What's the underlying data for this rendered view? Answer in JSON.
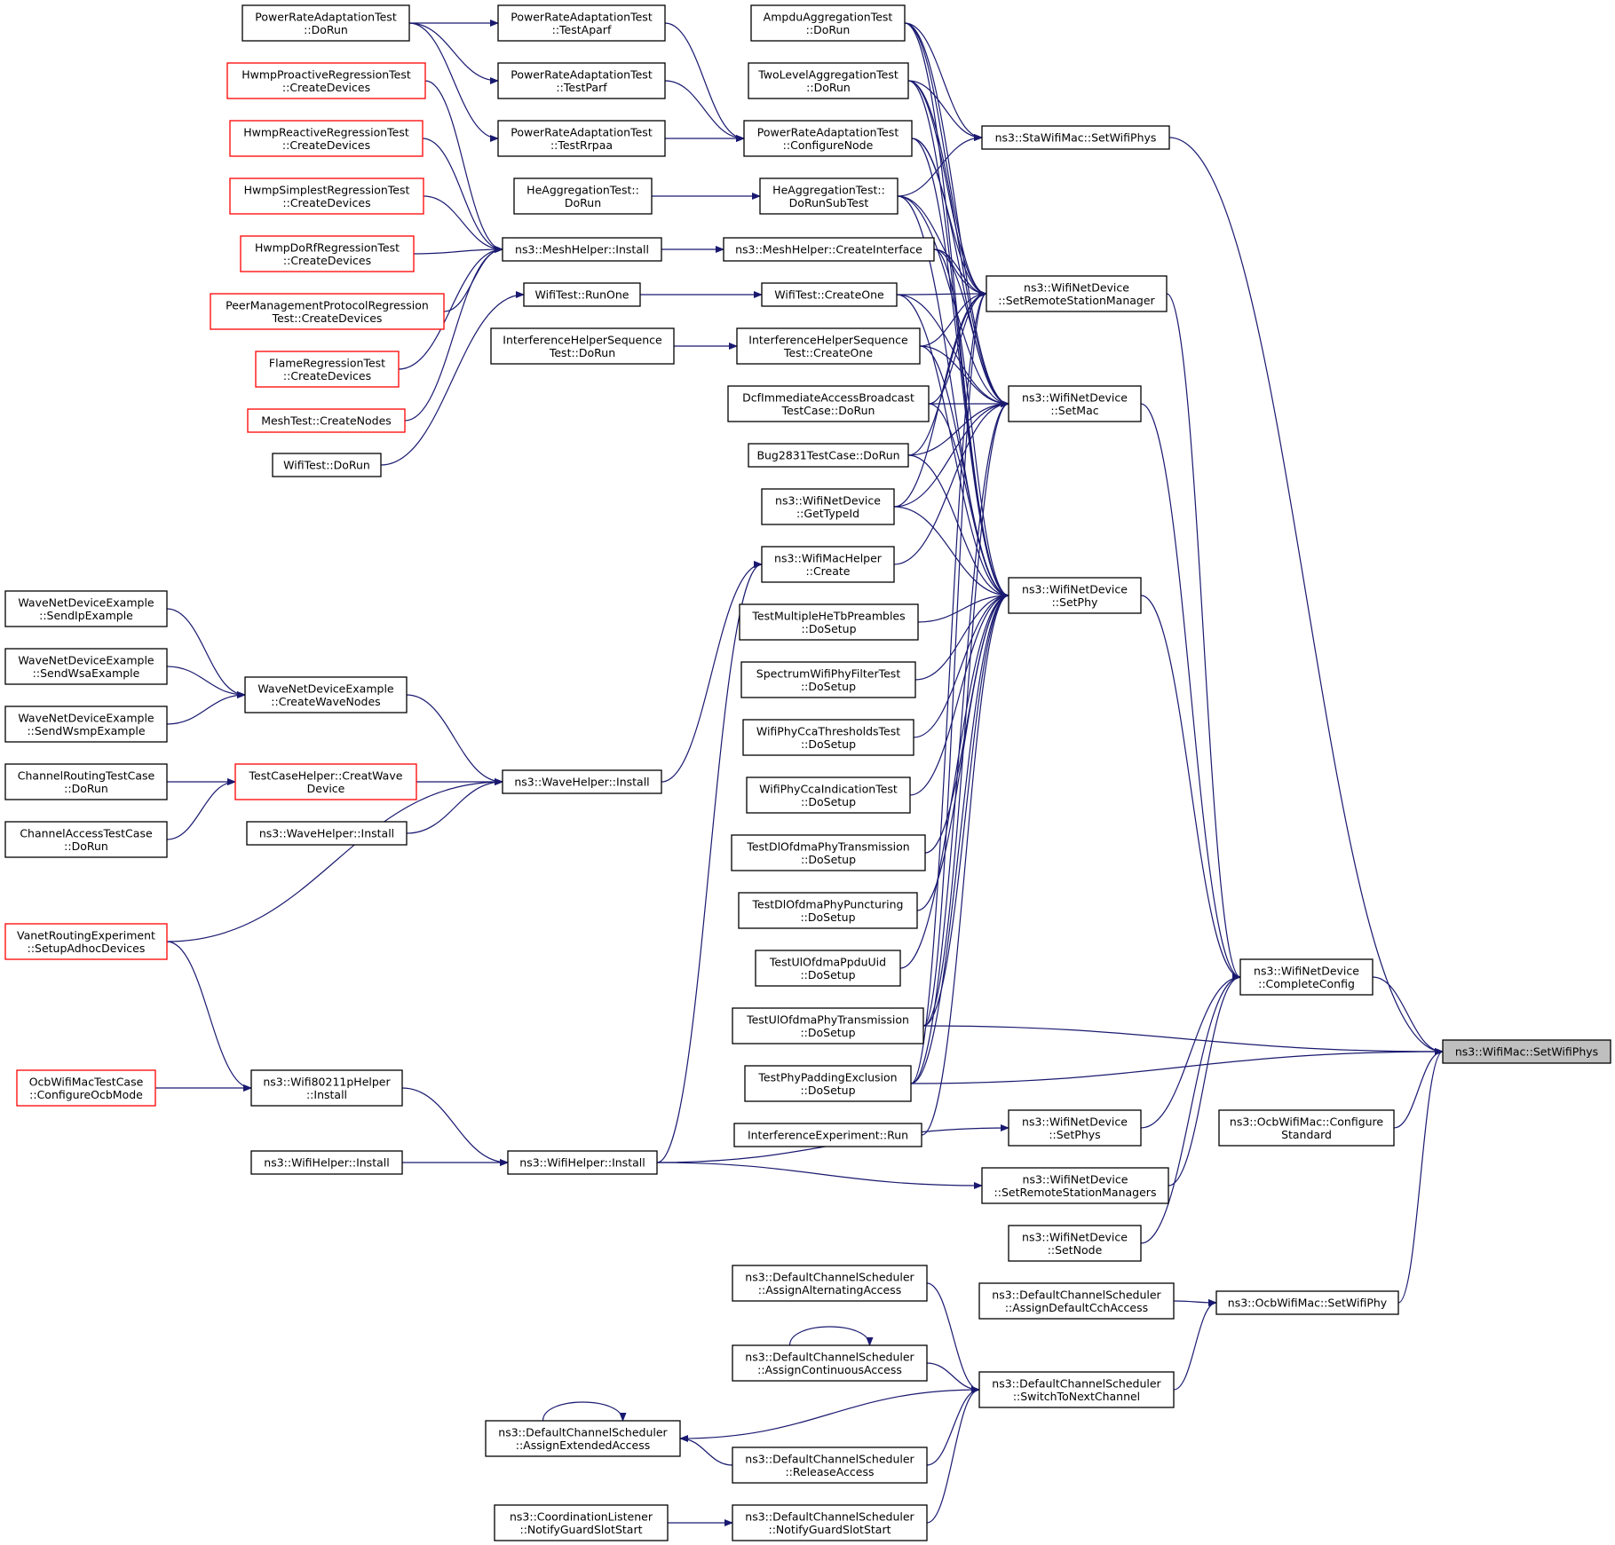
{
  "colors": {
    "edge": "#191970",
    "node_border": "#000000",
    "node_border_truncated": "#ff0000",
    "node_fill": "#ffffff",
    "target_fill": "#bfbfbf",
    "text": "#000000"
  },
  "nodes": [
    {
      "id": "prat_dorun",
      "lines": [
        "PowerRateAdaptationTest",
        "::DoRun"
      ]
    },
    {
      "id": "prat_aparf",
      "lines": [
        "PowerRateAdaptationTest",
        "::TestAparf"
      ]
    },
    {
      "id": "prat_parf",
      "lines": [
        "PowerRateAdaptationTest",
        "::TestParf"
      ]
    },
    {
      "id": "prat_rrpaa",
      "lines": [
        "PowerRateAdaptationTest",
        "::TestRrpaa"
      ]
    },
    {
      "id": "prat_confnode",
      "lines": [
        "PowerRateAdaptationTest",
        "::ConfigureNode"
      ]
    },
    {
      "id": "hwmp_proactive",
      "lines": [
        "HwmpProactiveRegressionTest",
        "::CreateDevices"
      ],
      "truncated": true
    },
    {
      "id": "hwmp_reactive",
      "lines": [
        "HwmpReactiveRegressionTest",
        "::CreateDevices"
      ],
      "truncated": true
    },
    {
      "id": "hwmp_simplest",
      "lines": [
        "HwmpSimplestRegressionTest",
        "::CreateDevices"
      ],
      "truncated": true
    },
    {
      "id": "hwmp_dorf",
      "lines": [
        "HwmpDoRfRegressionTest",
        "::CreateDevices"
      ],
      "truncated": true
    },
    {
      "id": "peer_mgmt",
      "lines": [
        "PeerManagementProtocolRegression",
        "Test::CreateDevices"
      ],
      "truncated": true
    },
    {
      "id": "flame",
      "lines": [
        "FlameRegressionTest",
        "::CreateDevices"
      ],
      "truncated": true
    },
    {
      "id": "meshtest",
      "lines": [
        "MeshTest::CreateNodes"
      ],
      "truncated": true
    },
    {
      "id": "wifitest_dorun",
      "lines": [
        "WifiTest::DoRun"
      ]
    },
    {
      "id": "ampdu",
      "lines": [
        "AmpduAggregationTest",
        "::DoRun"
      ]
    },
    {
      "id": "twolevel",
      "lines": [
        "TwoLevelAggregationTest",
        "::DoRun"
      ]
    },
    {
      "id": "heagg_dorun",
      "lines": [
        "HeAggregationTest::",
        "DoRun"
      ]
    },
    {
      "id": "heagg_sub",
      "lines": [
        "HeAggregationTest::",
        "DoRunSubTest"
      ]
    },
    {
      "id": "mesh_install",
      "lines": [
        "ns3::MeshHelper::Install"
      ]
    },
    {
      "id": "mesh_createif",
      "lines": [
        "ns3::MeshHelper::CreateInterface"
      ]
    },
    {
      "id": "wifitest_runone",
      "lines": [
        "WifiTest::RunOne"
      ]
    },
    {
      "id": "wifitest_createone",
      "lines": [
        "WifiTest::CreateOne"
      ]
    },
    {
      "id": "ihs_dorun",
      "lines": [
        "InterferenceHelperSequence",
        "Test::DoRun"
      ]
    },
    {
      "id": "ihs_createone",
      "lines": [
        "InterferenceHelperSequence",
        "Test::CreateOne"
      ]
    },
    {
      "id": "dcf",
      "lines": [
        "DcfImmediateAccessBroadcast",
        "TestCase::DoRun"
      ]
    },
    {
      "id": "bug2831",
      "lines": [
        "Bug2831TestCase::DoRun"
      ]
    },
    {
      "id": "wnd_gettypeid",
      "lines": [
        "ns3::WifiNetDevice",
        "::GetTypeId"
      ]
    },
    {
      "id": "wifimachelper",
      "lines": [
        "ns3::WifiMacHelper",
        "::Create"
      ]
    },
    {
      "id": "sta_setwifiphys",
      "lines": [
        "ns3::StaWifiMac::SetWifiPhys"
      ]
    },
    {
      "id": "wnd_setrsm",
      "lines": [
        "ns3::WifiNetDevice",
        "::SetRemoteStationManager"
      ]
    },
    {
      "id": "wnd_setmac",
      "lines": [
        "ns3::WifiNetDevice",
        "::SetMac"
      ]
    },
    {
      "id": "wnd_setphy",
      "lines": [
        "ns3::WifiNetDevice",
        "::SetPhy"
      ]
    },
    {
      "id": "tmhtb",
      "lines": [
        "TestMultipleHeTbPreambles",
        "::DoSetup"
      ]
    },
    {
      "id": "swpft",
      "lines": [
        "SpectrumWifiPhyFilterTest",
        "::DoSetup"
      ]
    },
    {
      "id": "wpcct",
      "lines": [
        "WifiPhyCcaThresholdsTest",
        "::DoSetup"
      ]
    },
    {
      "id": "wpcit",
      "lines": [
        "WifiPhyCcaIndicationTest",
        "::DoSetup"
      ]
    },
    {
      "id": "tdlopt",
      "lines": [
        "TestDlOfdmaPhyTransmission",
        "::DoSetup"
      ]
    },
    {
      "id": "tdlopp",
      "lines": [
        "TestDlOfdmaPhyPuncturing",
        "::DoSetup"
      ]
    },
    {
      "id": "tulopu",
      "lines": [
        "TestUlOfdmaPpduUid",
        "::DoSetup"
      ]
    },
    {
      "id": "tulopt",
      "lines": [
        "TestUlOfdmaPhyTransmission",
        "::DoSetup"
      ]
    },
    {
      "id": "tppe",
      "lines": [
        "TestPhyPaddingExclusion",
        "::DoSetup"
      ]
    },
    {
      "id": "ie_run",
      "lines": [
        "InterferenceExperiment::Run"
      ]
    },
    {
      "id": "wnd_completeconfig",
      "lines": [
        "ns3::WifiNetDevice",
        "::CompleteConfig"
      ]
    },
    {
      "id": "wnd_setphys",
      "lines": [
        "ns3::WifiNetDevice",
        "::SetPhys"
      ]
    },
    {
      "id": "wnd_setrsms",
      "lines": [
        "ns3::WifiNetDevice",
        "::SetRemoteStationManagers"
      ]
    },
    {
      "id": "wnd_setnode",
      "lines": [
        "ns3::WifiNetDevice",
        "::SetNode"
      ]
    },
    {
      "id": "target",
      "lines": [
        "ns3::WifiMac::SetWifiPhys"
      ],
      "target": true
    },
    {
      "id": "ocb_confstd",
      "lines": [
        "ns3::OcbWifiMac::Configure",
        "Standard"
      ]
    },
    {
      "id": "ocb_setwifiphy",
      "lines": [
        "ns3::OcbWifiMac::SetWifiPhy"
      ]
    },
    {
      "id": "wnde_sendip",
      "lines": [
        "WaveNetDeviceExample",
        "::SendIpExample"
      ]
    },
    {
      "id": "wnde_sendwsa",
      "lines": [
        "WaveNetDeviceExample",
        "::SendWsaExample"
      ]
    },
    {
      "id": "wnde_sendwsmp",
      "lines": [
        "WaveNetDeviceExample",
        "::SendWsmpExample"
      ]
    },
    {
      "id": "wnde_createwave",
      "lines": [
        "WaveNetDeviceExample",
        "::CreateWaveNodes"
      ]
    },
    {
      "id": "crtc_dorun",
      "lines": [
        "ChannelRoutingTestCase",
        "::DoRun"
      ]
    },
    {
      "id": "catc_dorun",
      "lines": [
        "ChannelAccessTestCase",
        "::DoRun"
      ]
    },
    {
      "id": "tch_creatwave",
      "lines": [
        "TestCaseHelper::CreatWave",
        "Device"
      ],
      "truncated": true
    },
    {
      "id": "wave_install",
      "lines": [
        "ns3::WaveHelper::Install"
      ]
    },
    {
      "id": "wave_install2",
      "lines": [
        "ns3::WaveHelper::Install"
      ]
    },
    {
      "id": "vanet",
      "lines": [
        "VanetRoutingExperiment",
        "::SetupAdhocDevices"
      ],
      "truncated": true
    },
    {
      "id": "ocbtest",
      "lines": [
        "OcbWifiMacTestCase",
        "::ConfigureOcbMode"
      ],
      "truncated": true
    },
    {
      "id": "wifi80211p",
      "lines": [
        "ns3::Wifi80211pHelper",
        "::Install"
      ]
    },
    {
      "id": "wifihelper_install2",
      "lines": [
        "ns3::WifiHelper::Install"
      ]
    },
    {
      "id": "wifihelper_install",
      "lines": [
        "ns3::WifiHelper::Install"
      ]
    },
    {
      "id": "dcs_alt",
      "lines": [
        "ns3::DefaultChannelScheduler",
        "::AssignAlternatingAccess"
      ]
    },
    {
      "id": "dcs_defcch",
      "lines": [
        "ns3::DefaultChannelScheduler",
        "::AssignDefaultCchAccess"
      ]
    },
    {
      "id": "dcs_cont",
      "lines": [
        "ns3::DefaultChannelScheduler",
        "::AssignContinuousAccess"
      ]
    },
    {
      "id": "dcs_switch",
      "lines": [
        "ns3::DefaultChannelScheduler",
        "::SwitchToNextChannel"
      ]
    },
    {
      "id": "dcs_ext",
      "lines": [
        "ns3::DefaultChannelScheduler",
        "::AssignExtendedAccess"
      ]
    },
    {
      "id": "dcs_release",
      "lines": [
        "ns3::DefaultChannelScheduler",
        "::ReleaseAccess"
      ]
    },
    {
      "id": "coord_listener",
      "lines": [
        "ns3::CoordinationListener",
        "::NotifyGuardSlotStart"
      ]
    },
    {
      "id": "dcs_notify",
      "lines": [
        "ns3::DefaultChannelScheduler",
        "::NotifyGuardSlotStart"
      ]
    }
  ],
  "edges": [
    [
      "prat_dorun",
      "prat_aparf"
    ],
    [
      "prat_dorun",
      "prat_parf"
    ],
    [
      "prat_dorun",
      "prat_rrpaa"
    ],
    [
      "prat_aparf",
      "prat_confnode"
    ],
    [
      "prat_parf",
      "prat_confnode"
    ],
    [
      "prat_rrpaa",
      "prat_confnode"
    ],
    [
      "heagg_dorun",
      "heagg_sub"
    ],
    [
      "hwmp_proactive",
      "mesh_install"
    ],
    [
      "hwmp_reactive",
      "mesh_install"
    ],
    [
      "hwmp_simplest",
      "mesh_install"
    ],
    [
      "hwmp_dorf",
      "mesh_install"
    ],
    [
      "peer_mgmt",
      "mesh_install"
    ],
    [
      "flame",
      "mesh_install"
    ],
    [
      "meshtest",
      "mesh_install"
    ],
    [
      "mesh_install",
      "mesh_createif"
    ],
    [
      "wifitest_dorun",
      "wifitest_runone"
    ],
    [
      "wifitest_runone",
      "wifitest_createone"
    ],
    [
      "ihs_dorun",
      "ihs_createone"
    ],
    [
      "ampdu",
      "sta_setwifiphys"
    ],
    [
      "twolevel",
      "sta_setwifiphys"
    ],
    [
      "heagg_sub",
      "sta_setwifiphys"
    ],
    [
      "ampdu",
      "wnd_setrsm"
    ],
    [
      "twolevel",
      "wnd_setrsm"
    ],
    [
      "prat_confnode",
      "wnd_setrsm"
    ],
    [
      "heagg_sub",
      "wnd_setrsm"
    ],
    [
      "mesh_createif",
      "wnd_setrsm"
    ],
    [
      "wifitest_createone",
      "wnd_setrsm"
    ],
    [
      "ihs_createone",
      "wnd_setrsm"
    ],
    [
      "dcf",
      "wnd_setrsm"
    ],
    [
      "bug2831",
      "wnd_setrsm"
    ],
    [
      "wnd_gettypeid",
      "wnd_setrsm"
    ],
    [
      "tulopt",
      "wnd_setrsm"
    ],
    [
      "tppe",
      "wnd_setrsm"
    ],
    [
      "ampdu",
      "wnd_setmac"
    ],
    [
      "twolevel",
      "wnd_setmac"
    ],
    [
      "prat_confnode",
      "wnd_setmac"
    ],
    [
      "heagg_sub",
      "wnd_setmac"
    ],
    [
      "mesh_createif",
      "wnd_setmac"
    ],
    [
      "wifitest_createone",
      "wnd_setmac"
    ],
    [
      "ihs_createone",
      "wnd_setmac"
    ],
    [
      "dcf",
      "wnd_setmac"
    ],
    [
      "bug2831",
      "wnd_setmac"
    ],
    [
      "wnd_gettypeid",
      "wnd_setmac"
    ],
    [
      "wifimachelper",
      "wnd_setmac"
    ],
    [
      "tulopt",
      "wnd_setmac"
    ],
    [
      "tppe",
      "wnd_setmac"
    ],
    [
      "ampdu",
      "wnd_setphy"
    ],
    [
      "twolevel",
      "wnd_setphy"
    ],
    [
      "prat_confnode",
      "wnd_setphy"
    ],
    [
      "heagg_sub",
      "wnd_setphy"
    ],
    [
      "mesh_createif",
      "wnd_setphy"
    ],
    [
      "wifitest_createone",
      "wnd_setphy"
    ],
    [
      "ihs_createone",
      "wnd_setphy"
    ],
    [
      "dcf",
      "wnd_setphy"
    ],
    [
      "bug2831",
      "wnd_setphy"
    ],
    [
      "wnd_gettypeid",
      "wnd_setphy"
    ],
    [
      "tmhtb",
      "wnd_setphy"
    ],
    [
      "swpft",
      "wnd_setphy"
    ],
    [
      "wpcct",
      "wnd_setphy"
    ],
    [
      "wpcit",
      "wnd_setphy"
    ],
    [
      "tdlopt",
      "wnd_setphy"
    ],
    [
      "tdlopp",
      "wnd_setphy"
    ],
    [
      "tulopu",
      "wnd_setphy"
    ],
    [
      "tulopt",
      "wnd_setphy"
    ],
    [
      "tppe",
      "wnd_setphy"
    ],
    [
      "ie_run",
      "wnd_setphy"
    ],
    [
      "wnd_setrsm",
      "wnd_completeconfig"
    ],
    [
      "wnd_setmac",
      "wnd_completeconfig"
    ],
    [
      "wnd_setphy",
      "wnd_completeconfig"
    ],
    [
      "wnd_setphys",
      "wnd_completeconfig"
    ],
    [
      "wnd_setrsms",
      "wnd_completeconfig"
    ],
    [
      "wnd_setnode",
      "wnd_completeconfig"
    ],
    [
      "sta_setwifiphys",
      "target"
    ],
    [
      "wnd_completeconfig",
      "target"
    ],
    [
      "tulopt",
      "target"
    ],
    [
      "tppe",
      "target"
    ],
    [
      "ocb_confstd",
      "target"
    ],
    [
      "ocb_setwifiphy",
      "target"
    ],
    [
      "dcs_defcch",
      "ocb_setwifiphy"
    ],
    [
      "dcs_switch",
      "ocb_setwifiphy"
    ],
    [
      "dcs_alt",
      "dcs_switch"
    ],
    [
      "dcs_cont",
      "dcs_switch"
    ],
    [
      "dcs_ext",
      "dcs_switch"
    ],
    [
      "dcs_release",
      "dcs_switch"
    ],
    [
      "dcs_notify",
      "dcs_switch"
    ],
    [
      "dcs_cont",
      "dcs_cont"
    ],
    [
      "dcs_ext",
      "dcs_ext"
    ],
    [
      "dcs_release",
      "dcs_ext"
    ],
    [
      "coord_listener",
      "dcs_notify"
    ],
    [
      "wnde_sendip",
      "wnde_createwave"
    ],
    [
      "wnde_sendwsa",
      "wnde_createwave"
    ],
    [
      "wnde_sendwsmp",
      "wnde_createwave"
    ],
    [
      "crtc_dorun",
      "tch_creatwave"
    ],
    [
      "catc_dorun",
      "tch_creatwave"
    ],
    [
      "wnde_createwave",
      "wave_install"
    ],
    [
      "tch_creatwave",
      "wave_install"
    ],
    [
      "wave_install2",
      "wave_install"
    ],
    [
      "vanet",
      "wave_install"
    ],
    [
      "wave_install",
      "wifimachelper"
    ],
    [
      "vanet",
      "wifi80211p"
    ],
    [
      "ocbtest",
      "wifi80211p"
    ],
    [
      "wifi80211p",
      "wifihelper_install"
    ],
    [
      "wifihelper_install2",
      "wifihelper_install"
    ],
    [
      "wifihelper_install",
      "wifimachelper"
    ],
    [
      "wifihelper_install",
      "wnd_setphys"
    ],
    [
      "wifihelper_install",
      "wnd_setrsms"
    ]
  ]
}
